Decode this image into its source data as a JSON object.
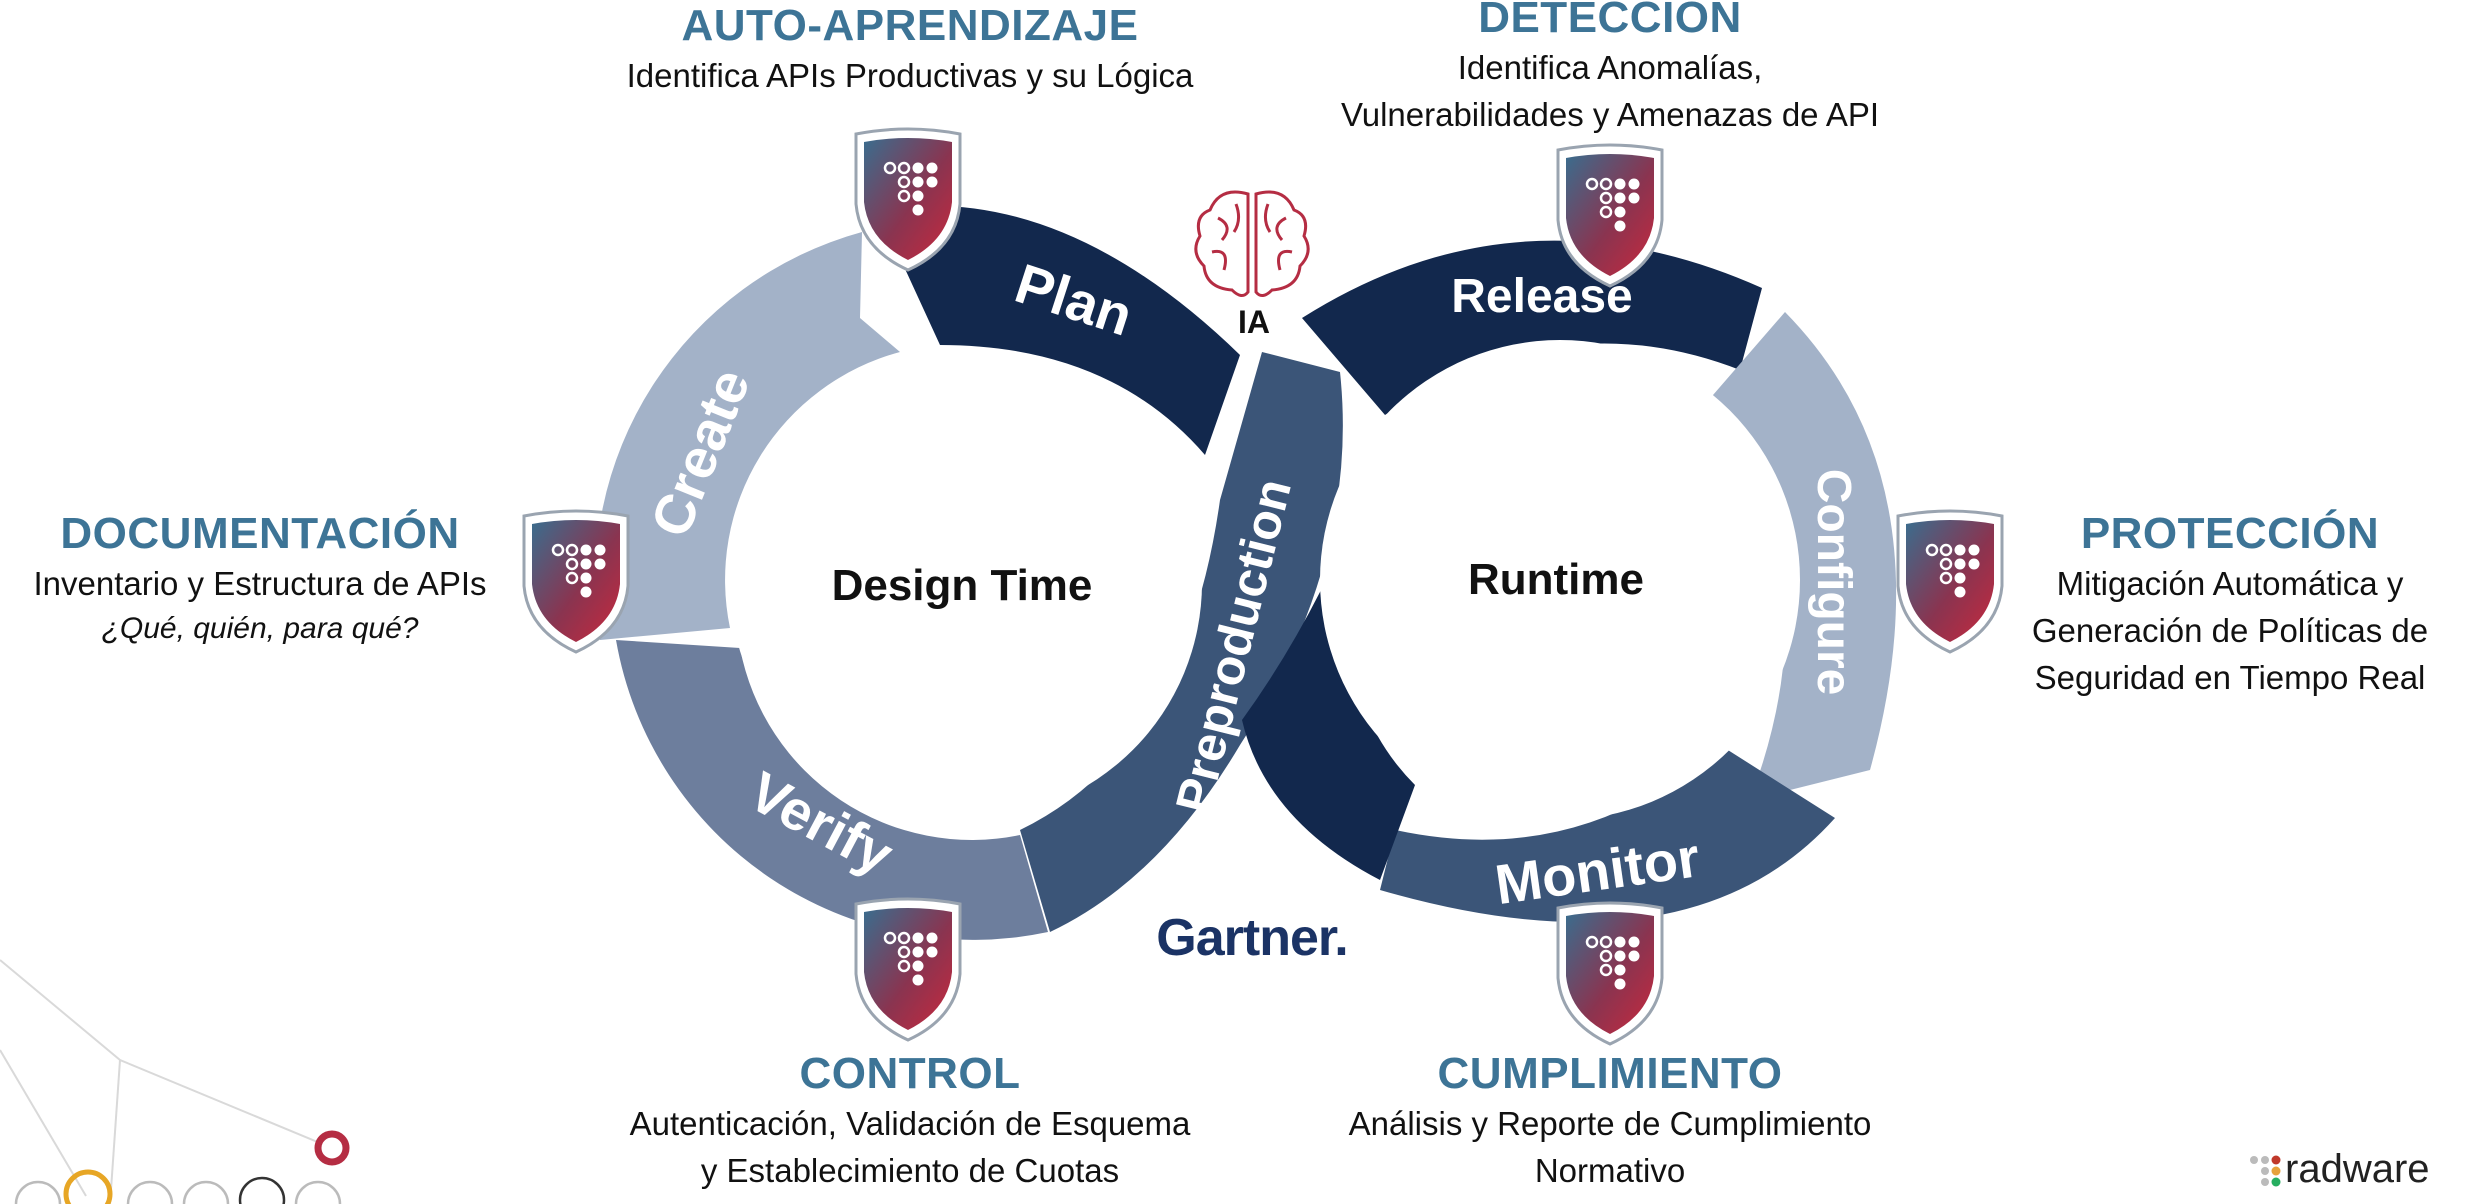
{
  "colors": {
    "navy": "#12284d",
    "steel": "#3b5578",
    "slate": "#6d7e9d",
    "light": "#a3b2c8",
    "title_teal": "#3d7496",
    "shield_red": "#b52d43",
    "shield_blue": "#3a6d8e"
  },
  "diagram": {
    "left_center_label": "Design Time",
    "right_center_label": "Runtime",
    "segments": {
      "plan": "Plan",
      "create": "Create",
      "verify": "Verify",
      "preproduction": "Preproduction",
      "release": "Release",
      "configure": "Configure",
      "monitor": "Monitor"
    },
    "ai_label": "IA",
    "source_logo": "Gartner."
  },
  "captions": {
    "auto": {
      "title": "AUTO-APRENDIZAJE",
      "lines": [
        "Identifica APIs Productivas y su Lógica"
      ]
    },
    "deteccion": {
      "title": "DETECCIÓN",
      "lines": [
        "Identifica Anomalías,",
        "Vulnerabilidades y Amenazas de API"
      ]
    },
    "documentacion": {
      "title": "DOCUMENTACIÓN",
      "lines": [
        "Inventario y Estructura de APIs"
      ],
      "question": "¿Qué, quién, para qué?"
    },
    "proteccion": {
      "title": "PROTECCIÓN",
      "lines": [
        "Mitigación Automática y",
        "Generación de Políticas de",
        "Seguridad en Tiempo Real"
      ]
    },
    "control": {
      "title": "CONTROL",
      "lines": [
        "Autenticación, Validación de Esquema",
        "y Establecimiento de Cuotas"
      ]
    },
    "cumplimiento": {
      "title": "CUMPLIMIENTO",
      "lines": [
        "Análisis y Reporte de Cumplimiento",
        "Normativo"
      ]
    }
  },
  "brand": {
    "name": "radware"
  }
}
